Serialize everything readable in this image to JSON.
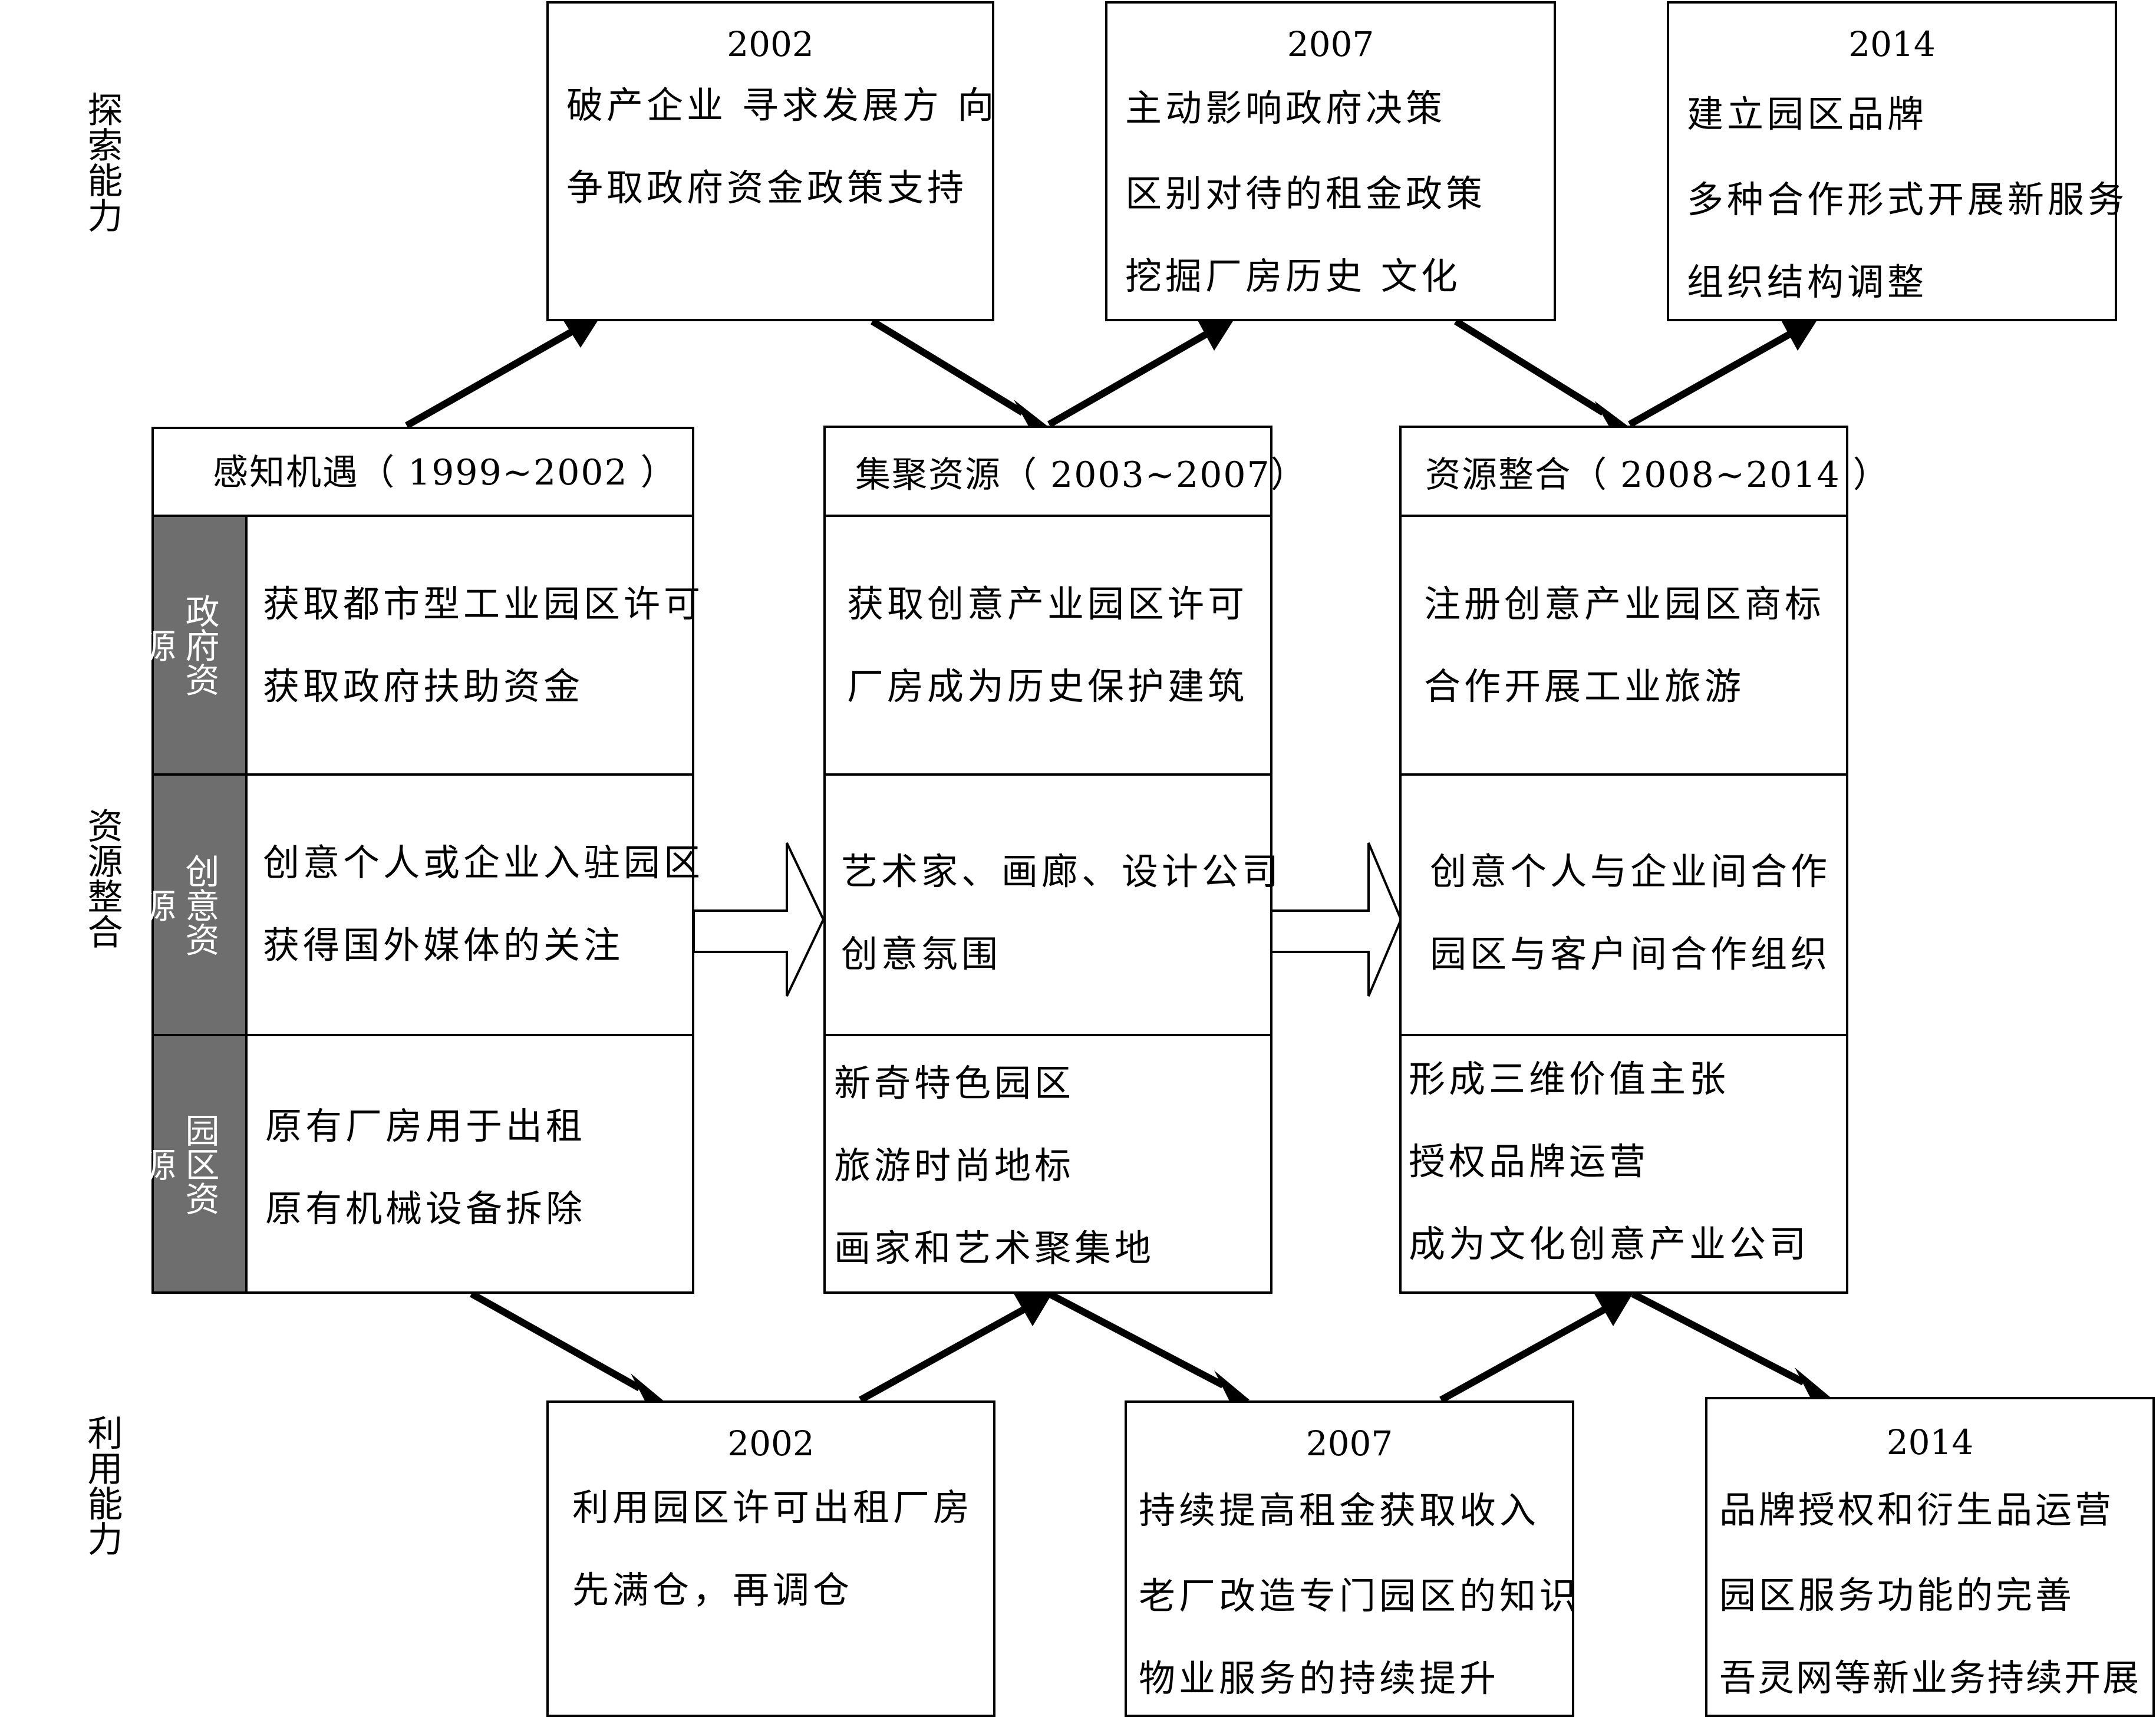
{
  "side_labels": {
    "explore": "探索能力",
    "integrate": "资源整合",
    "exploit": "利用能力"
  },
  "top_boxes": [
    {
      "year": "2002",
      "lines": [
        "破产企业 寻求发展方 向",
        "争取政府资金政策支持"
      ]
    },
    {
      "year": "2007",
      "lines": [
        "主动影响政府决策",
        "区别对待的租金政策",
        "挖掘厂房历史 文化"
      ]
    },
    {
      "year": "2014",
      "lines": [
        "建立园区品牌",
        "多种合作形式开展新服务",
        "组织结构调整"
      ]
    }
  ],
  "stages": [
    {
      "title": "感知机遇（ 1999~2002 ）",
      "gov": [
        "获取都市型工业园区许可",
        "获取政府扶助资金"
      ],
      "creative": [
        "创意个人或企业入驻园区",
        "获得国外媒体的关注"
      ],
      "park": [
        "原有厂房用于出租",
        "原有机械设备拆除"
      ]
    },
    {
      "title": "集聚资源（ 2003~2007）",
      "gov": [
        "获取创意产业园区许可",
        "厂房成为历史保护建筑"
      ],
      "creative": [
        "艺术家、画廊、设计公司",
        "创意氛围"
      ],
      "park": [
        "新奇特色园区",
        "旅游时尚地标",
        "画家和艺术聚集地"
      ]
    },
    {
      "title": "资源整合（ 2008~2014 ）",
      "gov": [
        "注册创意产业园区商标",
        "合作开展工业旅游"
      ],
      "creative": [
        "创意个人与企业间合作",
        "园区与客户间合作组织"
      ],
      "park": [
        "形成三维价值主张",
        "授权品牌运营",
        "成为文化创意产业公司"
      ]
    }
  ],
  "row_labels": {
    "gov": "政府资源",
    "creative": "创意资源",
    "park": "园区资源"
  },
  "bottom_boxes": [
    {
      "year": "2002",
      "lines": [
        "利用园区许可出租厂房",
        "先满仓，再调仓"
      ]
    },
    {
      "year": "2007",
      "lines": [
        "持续提高租金获取收入",
        "老厂改造专门园区的知识",
        "物业服务的持续提升"
      ]
    },
    {
      "year": "2014",
      "lines": [
        "品牌授权和衍生品运营",
        "园区服务功能的完善",
        "吾灵网等新业务持续开展"
      ]
    }
  ]
}
